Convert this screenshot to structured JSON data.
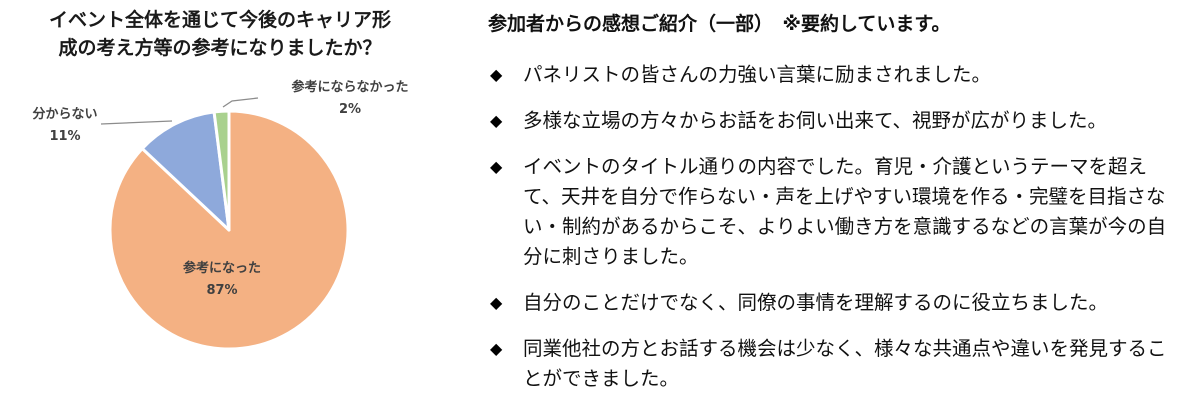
{
  "chart_data": {
    "type": "pie",
    "title": "イベント全体を通じて今後のキャリア形成の考え方等の参考になりましたか？",
    "title_lines": [
      "イベント全体を通じて今後のキャリア形",
      "成の考え方等の参考になりましたか？"
    ],
    "categories": [
      "参考になった",
      "分からない",
      "参考にならなかった"
    ],
    "values": [
      87,
      11,
      2
    ],
    "unit": "%",
    "colors": [
      "#F4B183",
      "#8EA9DB",
      "#A9D18E"
    ],
    "start_angle_deg": 0,
    "direction": "clockwise",
    "legend": "none",
    "data_labels": [
      {
        "category": "参考になった",
        "value_label": "87%",
        "position": "inside"
      },
      {
        "category": "分からない",
        "value_label": "11%",
        "position": "outside-left"
      },
      {
        "category": "参考にならなかった",
        "value_label": "2%",
        "position": "outside-top-right"
      }
    ]
  },
  "comments": {
    "heading": "参加者からの感想ご紹介（一部）　※要約しています。",
    "bullet_glyph": "◆",
    "items": [
      {
        "text": "パネリストの皆さんの力強い言葉に励まされました。"
      },
      {
        "text": "多様な立場の方々からお話をお伺い出来て、視野が広がりました。"
      },
      {
        "text": "イベントのタイトル通りの内容でした。育児・介護というテーマを超えて、天井を自分で作らない・声を上げやすい環境を作る・完璧を目指さない・制約があるからこそ、よりよい働き方を意識するなどの言葉が今の自分に刺さりました。"
      },
      {
        "text": "自分のことだけでなく、同僚の事情を理解するのに役立ちました。"
      },
      {
        "text": "同業他社の方とお話する機会は少なく、様々な共通点や違いを発見することができました。"
      }
    ]
  }
}
